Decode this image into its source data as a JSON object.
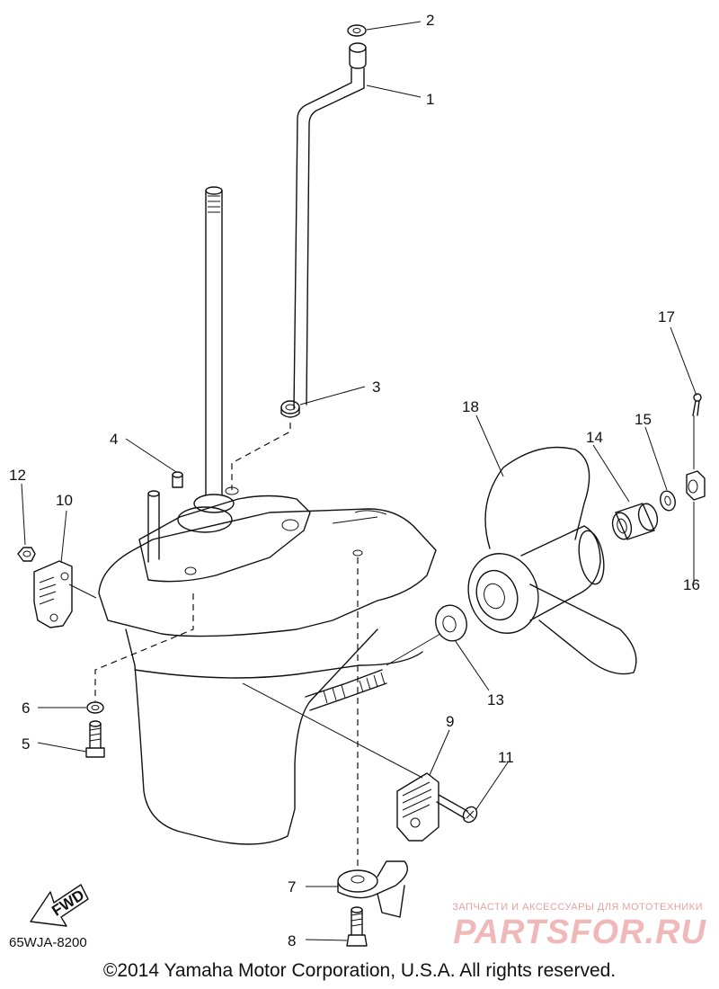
{
  "diagram": {
    "callouts": [
      "1",
      "2",
      "3",
      "4",
      "5",
      "6",
      "7",
      "8",
      "9",
      "10",
      "11",
      "12",
      "13",
      "14",
      "15",
      "16",
      "17",
      "18"
    ],
    "arrow_label": "FWD",
    "diagram_code": "65WJA-8200",
    "copyright": "©2014 Yamaha Motor Corporation, U.S.A. All rights reserved."
  },
  "watermark": {
    "tagline": "ЗАПЧАСТИ И АКСЕССУАРЫ ДЛЯ МОТОТЕХНИКИ",
    "logo": "PARTSFOR.RU"
  }
}
